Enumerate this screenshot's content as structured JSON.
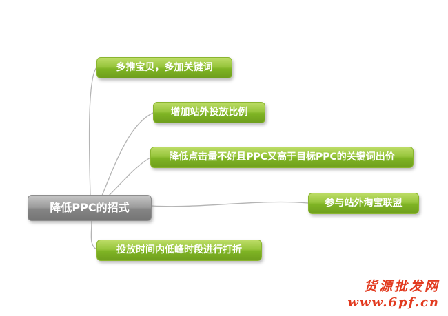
{
  "diagram": {
    "root": {
      "label": "降低PPC的招式"
    },
    "children": [
      {
        "label": "多推宝贝，多加关键词"
      },
      {
        "label": "增加站外投放比例"
      },
      {
        "label": "降低点击量不好且PPC又高于目标PPC的关键词出价"
      },
      {
        "label": "参与站外淘宝联盟"
      },
      {
        "label": "投放时间内低峰时段进行打折"
      }
    ],
    "colors": {
      "root_top": "#c6c6c6",
      "root_bottom": "#757575",
      "child_top": "#bcdc66",
      "child_bottom": "#6f9f1d",
      "text": "#ffffff",
      "connector": "#b4b4b4"
    }
  },
  "watermark": {
    "line1": "货源批发网",
    "line2": "www.6pf.cn",
    "color": "#e23a1f"
  }
}
